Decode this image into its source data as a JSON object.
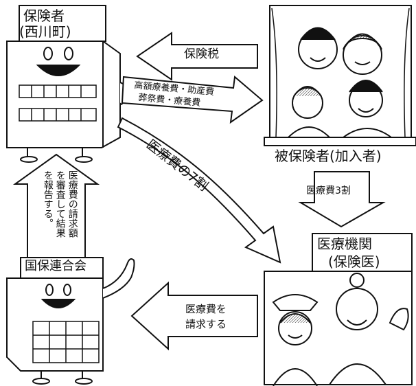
{
  "nodes": {
    "insurer": {
      "title": "保険者",
      "subtitle": "(西川町)"
    },
    "insured": {
      "title": "被保険者(加入者)"
    },
    "medical": {
      "title": "医療機関",
      "subtitle": "(保険医)"
    },
    "federation": {
      "title": "国保連合会"
    }
  },
  "arrows": {
    "insurance_tax": "保険税",
    "benefits_line1": "高額療養費・助産費",
    "benefits_line2": "葬祭費・療養費",
    "medical_70": "医療費の7割",
    "copay_30": "医療費3割",
    "claim": {
      "line1": "医療費を",
      "line2": "請求する"
    },
    "review": {
      "col1": "医療費の請求額",
      "col2": "を審査して結果",
      "col3": "を報告する。"
    }
  },
  "colors": {
    "ink": "#111111",
    "paper": "#ffffff"
  }
}
